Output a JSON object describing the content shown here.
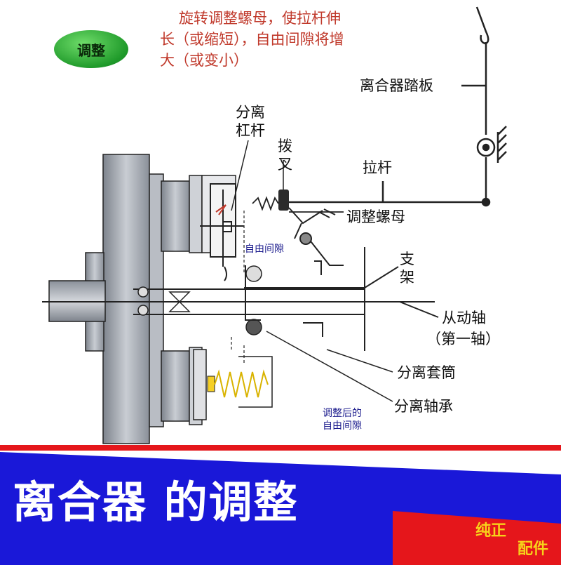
{
  "badge": {
    "label": "调整"
  },
  "note": {
    "line1": "旋转调整螺母，使拉杆伸",
    "line2": "长（或缩短），自由间隙将增",
    "line3": "大（或变小）"
  },
  "labels": {
    "pedal": "离合器踏板",
    "release_lever_1": "分离",
    "release_lever_2": "杠杆",
    "fork_1": "拨",
    "fork_2": "叉",
    "pull_rod": "拉杆",
    "adjust_nut": "调整螺母",
    "free_gap": "自由间隙",
    "bracket_1": "支",
    "bracket_2": "架",
    "driven_shaft": "从动轴",
    "first_shaft": "（第一轴）",
    "release_sleeve": "分离套筒",
    "release_bearing": "分离轴承",
    "adjusted_gap_1": "调整后的",
    "adjusted_gap_2": "自由间隙"
  },
  "banner": {
    "title": "离合器 的调整",
    "tag1": "纯正",
    "tag2": "配件"
  },
  "colors": {
    "banner_blue": "#1a18d8",
    "banner_red": "#e5161b",
    "housing_gray": "#9ea4ad",
    "note_red": "#c0392b",
    "gap_blue": "#1a1a8c",
    "badge_green": "#1f9a2a"
  }
}
